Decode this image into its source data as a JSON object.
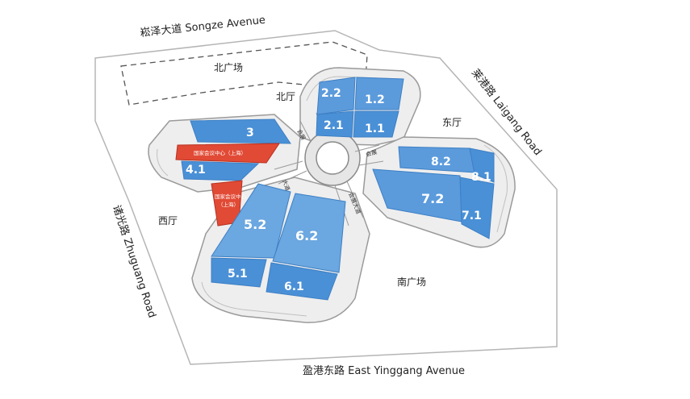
{
  "roads": {
    "north": "崧泽大道 Songze Avenue",
    "east": "莱港路 Laigang Road",
    "west": "诸光路 Zhuguang Road",
    "south": "盈港东路 East Yinggang Avenue"
  },
  "areas": {
    "north_plaza": "北广场",
    "north_hall": "北厅",
    "east_hall": "东厅",
    "west_hall": "西厅",
    "south_plaza": "南广场"
  },
  "halls": {
    "h1_1": "1.1",
    "h1_2": "1.2",
    "h2_1": "2.1",
    "h2_2": "2.2",
    "h3": "3",
    "h4_1": "4.1",
    "h5_1": "5.1",
    "h5_2": "5.2",
    "h6_1": "6.1",
    "h6_2": "6.2",
    "h7_1": "7.1",
    "h7_2": "7.2",
    "h8_1": "8.1",
    "h8_2": "8.2"
  },
  "conference": {
    "main": "国家会议中心（上海）",
    "small_line1": "国家会议中心",
    "small_line2": "（上海）"
  },
  "corridors": {
    "north": "会展",
    "east": "会展",
    "south": "会展大道",
    "west": "大道"
  },
  "colors": {
    "hall_blue": "#4a90d6",
    "hall_blue_light": "#7fb3e3",
    "conference_red": "#e14a35",
    "building_gray": "#e8e8e8",
    "outline": "#8a8a8a"
  }
}
